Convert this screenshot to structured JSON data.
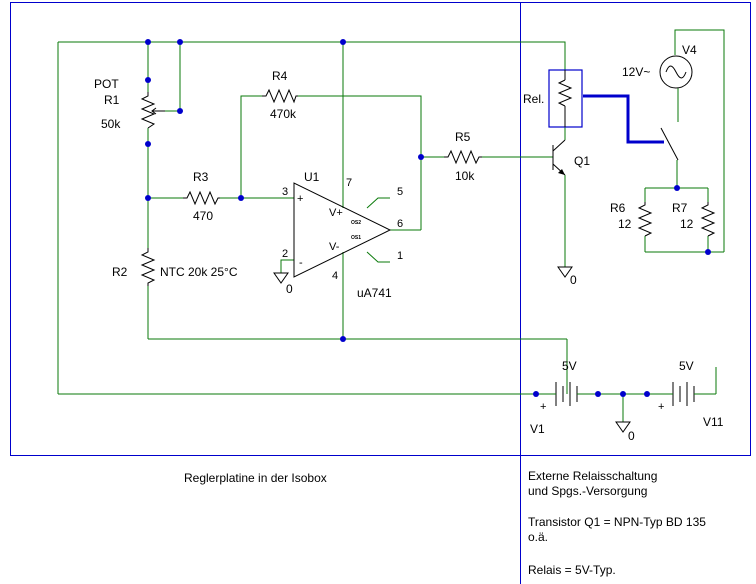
{
  "labels": {
    "pot_ref": "POT",
    "r1_ref": "R1",
    "r1_val": "50k",
    "r4_ref": "R4",
    "r4_val": "470k",
    "r3_ref": "R3",
    "r3_val": "470",
    "r2_ref": "R2",
    "r2_val": "NTC 20k 25°C",
    "r5_ref": "R5",
    "r5_val": "10k",
    "u1_ref": "U1",
    "u1_model": "uA741",
    "q1_ref": "Q1",
    "relay_ref": "Rel.",
    "v4_ref": "V4",
    "v4_val": "12V~",
    "r6_ref": "R6",
    "r6_val": "12",
    "r7_ref": "R7",
    "r7_val": "12",
    "v1_ref": "V1",
    "v1_val": "5V",
    "v11_ref": "V11",
    "v11_val": "5V"
  },
  "opamp": {
    "pin3": "3",
    "pin2": "2",
    "pin7": "7",
    "pin4": "4",
    "pin6": "6",
    "pin5": "5",
    "pin1": "1",
    "vplus": "V+",
    "vminus": "V-",
    "inp": "+",
    "inn": "-",
    "os2": "OS2",
    "os1": "OS1"
  },
  "grounds": {
    "gnd_opamp": "0",
    "gnd_q1": "0",
    "gnd_batt": "0"
  },
  "battery_marks": {
    "v1_plus": "+",
    "v11_plus": "+"
  },
  "notes": {
    "board_label": "Reglerplatine in der Isobox",
    "external_line1": "Externe Relaisschaltung",
    "external_line2": "und Spgs.-Versorgung",
    "transistor_line1": "Transistor Q1 = NPN-Typ BD 135",
    "transistor_line2": "o.ä.",
    "relay_line": "Relais = 5V-Typ."
  },
  "colors": {
    "wire": "#0a7a0a",
    "component": "#000000",
    "frame": "#0000cc",
    "junction": "#0000cc",
    "switch_wire": "#0000cc"
  }
}
